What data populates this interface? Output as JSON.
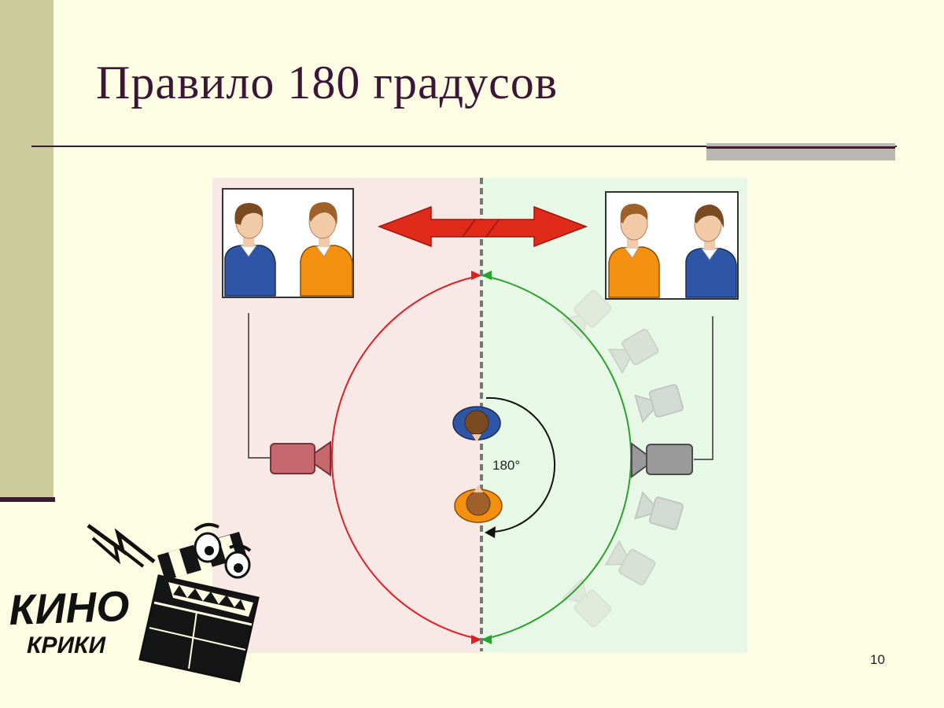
{
  "slide": {
    "title": "Правило 180 градусов",
    "page_number": "10"
  },
  "diagram": {
    "angle_label": "180°",
    "colors": {
      "left_zone": "#f8e8e6",
      "right_zone": "#e8f8e6",
      "red_arc": "#e02020",
      "green_arc": "#2aa12a",
      "blue_shirt": "#2f56a6",
      "orange_shirt": "#f4900f",
      "hair": "#7a4a22"
    }
  },
  "logo": {
    "line1": "КИНО",
    "line2": "КРИКИ"
  }
}
